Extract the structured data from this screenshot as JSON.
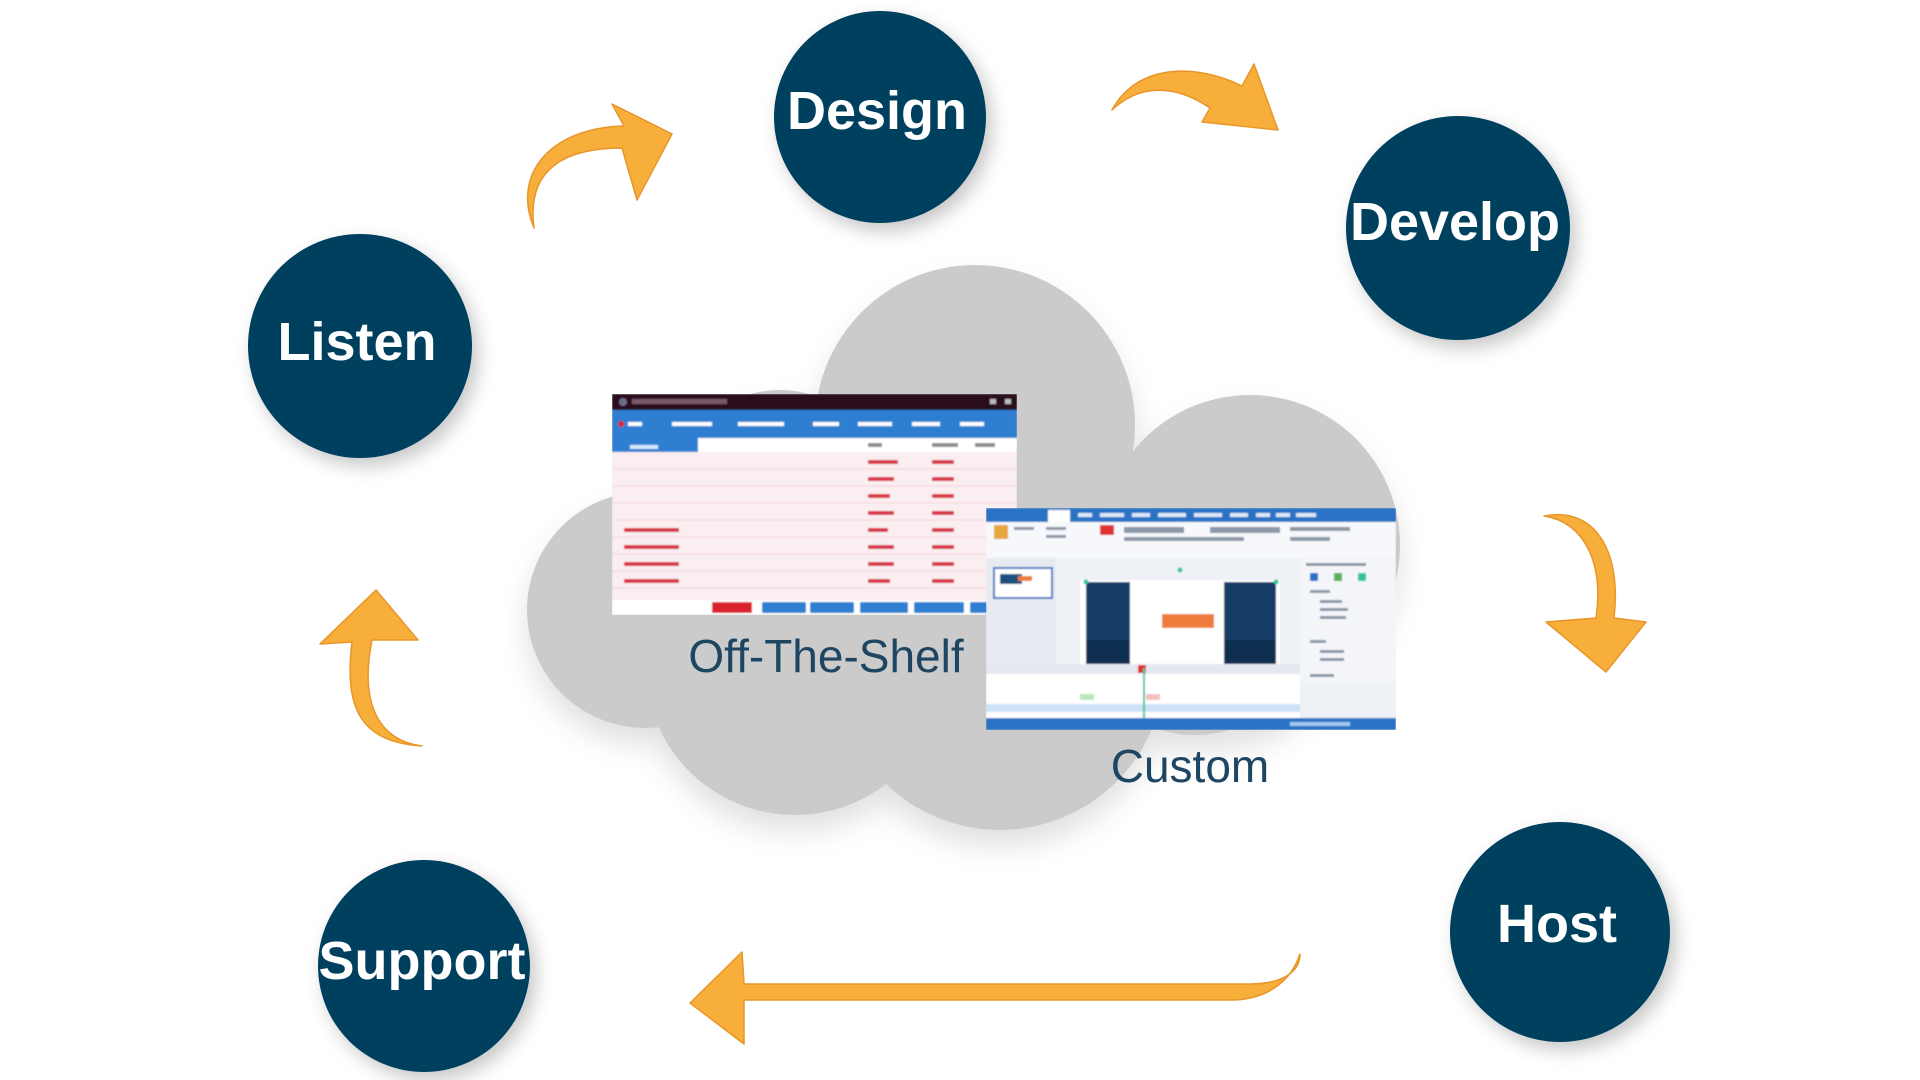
{
  "colors": {
    "node_fill": "#06405f",
    "arrow_fill": "#f7ae3a",
    "arrow_stroke": "#e8962a",
    "cloud_fill": "#cbcbcb",
    "caption_text": "#1e4663",
    "screenshot_red": "#c0141e",
    "screenshot_blue": "#2f7fd1"
  },
  "nodes": {
    "listen": "Listen",
    "design": "Design",
    "develop": "Develop",
    "host": "Host",
    "support": "Support"
  },
  "cloud": {
    "off_the_shelf_caption": "Off-The-Shelf",
    "custom_caption": "Custom"
  },
  "icons": {
    "arrows": "curved-arrow-icon",
    "cloud": "cloud-shape"
  }
}
